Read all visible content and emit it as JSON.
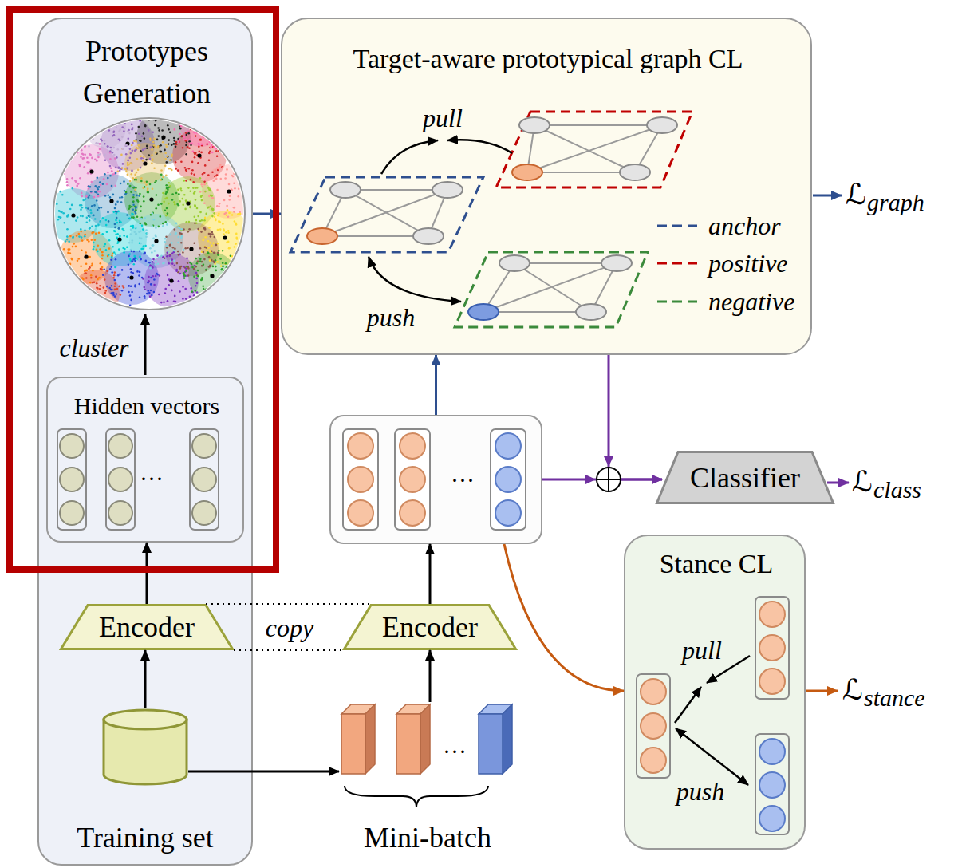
{
  "diagram": {
    "nodes": [
      {
        "text": [
          "Prototypes Generation"
        ]
      },
      {
        "text": [
          "Hidden vectors",
          "···"
        ],
        "in": 0
      },
      {
        "text": [
          "Encoder"
        ],
        "in": 0
      },
      {
        "text": [
          "Training set"
        ],
        "in": 0
      },
      {
        "text": [
          "Target-aware prototypical graph CL"
        ]
      },
      {
        "text": [
          "Encoder"
        ]
      },
      {
        "text": [
          "Mini-batch"
        ]
      },
      {
        "text": [
          "···"
        ]
      },
      {
        "text": [
          "Classifier"
        ]
      },
      {
        "text": [
          "Stance CL"
        ]
      }
    ],
    "edges": [
      {
        "from": 3,
        "to": 2,
        "arrow": "to"
      },
      {
        "from": 2,
        "to": 1,
        "arrow": "to"
      },
      {
        "from": 0,
        "to": 4,
        "arrow": "to"
      },
      {
        "from": 3,
        "to": 6,
        "arrow": "to"
      },
      {
        "from": 6,
        "to": 5,
        "arrow": "to"
      },
      {
        "from": 2,
        "to": 5,
        "label": "copy",
        "arrow": "none"
      },
      {
        "from": 5,
        "to": 7,
        "arrow": "to"
      },
      {
        "from": 7,
        "to": 4,
        "arrow": "to"
      },
      {
        "from": 7,
        "to": 8,
        "arrow": "to"
      },
      {
        "from": 4,
        "to": 8,
        "arrow": "to"
      },
      {
        "from": 7,
        "to": 9,
        "arrow": "to"
      }
    ],
    "labels": [
      "cluster",
      "pull",
      "push",
      "ℒ",
      "graph",
      "···",
      "ℒ",
      "class",
      "pull",
      "push",
      "ℒ",
      "stance"
    ],
    "legend": [
      {
        "text": "anchor"
      },
      {
        "text": "positive"
      },
      {
        "text": "negative"
      }
    ]
  }
}
